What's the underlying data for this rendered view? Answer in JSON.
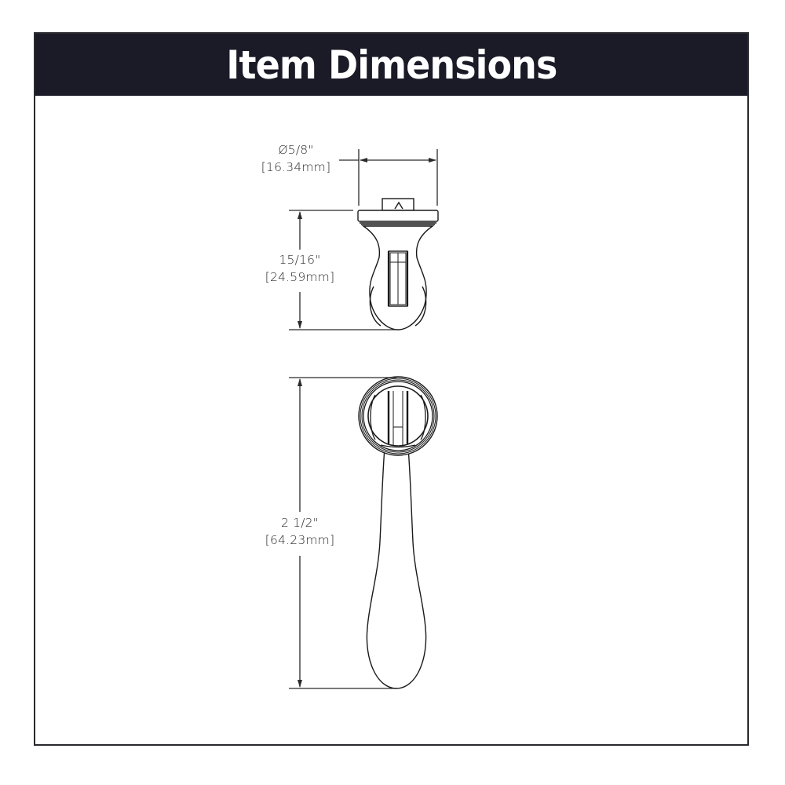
{
  "header": {
    "title": "Item Dimensions",
    "background_color": "#1b1a27",
    "text_color": "#ffffff"
  },
  "dimensions": {
    "diameter": {
      "imperial": "Ø5/8\"",
      "metric": "[16.34mm]"
    },
    "top_view_height": {
      "imperial": "15/16\"",
      "metric": "[24.59mm]"
    },
    "front_view_length": {
      "imperial": "2 1/2\"",
      "metric": "[64.23mm]"
    }
  },
  "colors": {
    "line": "#2a2a2a",
    "frame": "#2a2a2e",
    "background": "#ffffff"
  }
}
